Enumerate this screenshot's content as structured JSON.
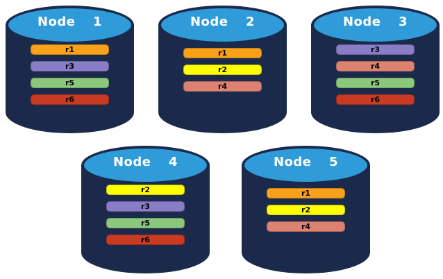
{
  "colors": {
    "background": "#ffffff",
    "cylinder_body": "#1B2A4A",
    "cylinder_top": "#2F9BD8",
    "node_label_text": "#ffffff",
    "bar_label_text": "#000000"
  },
  "partition_colors": {
    "r1": "#F9A11B",
    "r2": "#FFFF00",
    "r3": "#8A7DC8",
    "r4": "#DD8170",
    "r5": "#8CC87C",
    "r6": "#C93A23"
  },
  "nodes": [
    {
      "label": "Node  1",
      "partitions": [
        "r1",
        "r3",
        "r5",
        "r6"
      ]
    },
    {
      "label": "Node  2",
      "partitions": [
        "r1",
        "r2",
        "r4"
      ]
    },
    {
      "label": "Node  3",
      "partitions": [
        "r3",
        "r4",
        "r5",
        "r6"
      ]
    },
    {
      "label": "Node  4",
      "partitions": [
        "r2",
        "r3",
        "r5",
        "r6"
      ]
    },
    {
      "label": "Node  5",
      "partitions": [
        "r1",
        "r2",
        "r4"
      ]
    }
  ]
}
